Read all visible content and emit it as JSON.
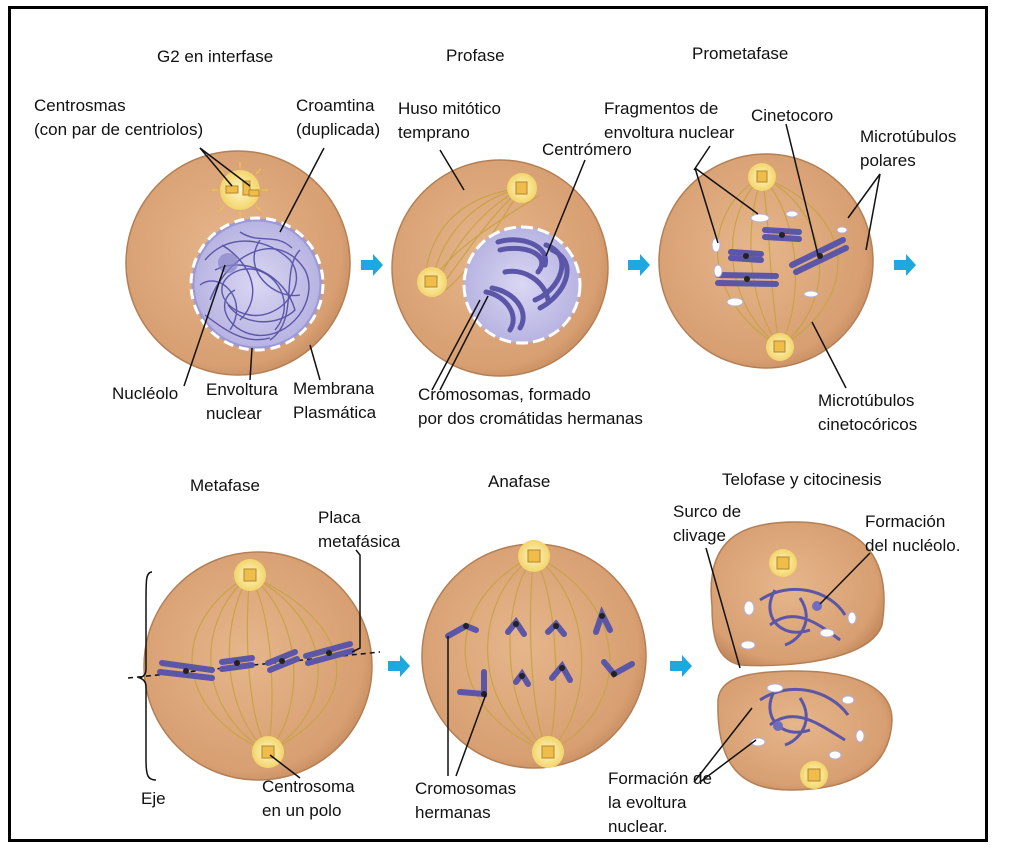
{
  "colors": {
    "cell": "#d9a477",
    "cell_edge": "#b57f55",
    "nucleus": "#c9c7ec",
    "chromosome": "#5b56a8",
    "spindle": "#c8a446",
    "centrosome": "#f5dc7c",
    "arrow": "#1ea7e1"
  },
  "stages": {
    "g2": "G2 en interfase",
    "profase": "Profase",
    "prometafase": "Prometafase",
    "metafase": "Metafase",
    "anafase": "Anafase",
    "telofase": "Telofase y citocinesis"
  },
  "labels": {
    "centrosomas_1": "Centrosmas",
    "centrosomas_2": "(con par de centriolos)",
    "cromatina_1": "Croamtina",
    "cromatina_2": "(duplicada)",
    "nucleolo": "Nucléolo",
    "envoltura_1": "Envoltura",
    "envoltura_2": "nuclear",
    "membrana_1": "Membrana",
    "membrana_2": "Plasmática",
    "huso_1": "Huso mitótico",
    "huso_2": "temprano",
    "centromero": "Centrómero",
    "cromosomas_formado_1": "Cromosomas, formado",
    "cromosomas_formado_2": "por dos cromátidas hermanas",
    "fragmentos_1": "Fragmentos de",
    "fragmentos_2": "envoltura nuclear",
    "cinetocoro": "Cinetocoro",
    "mt_polares_1": "Microtúbulos",
    "mt_polares_2": "polares",
    "mt_cineto_1": "Microtúbulos",
    "mt_cineto_2": "cinetocóricos",
    "placa_1": "Placa",
    "placa_2": "metafásica",
    "eje": "Eje",
    "centrosoma_polo_1": "Centrosoma",
    "centrosoma_polo_2": "en un polo",
    "cromosomas_hermanas_1": "Cromosomas",
    "cromosomas_hermanas_2": "hermanas",
    "surco_1": "Surco de",
    "surco_2": "clivage",
    "formacion_nucleolo_1": "Formación",
    "formacion_nucleolo_2": "del nucléolo.",
    "formacion_envoltura_1": "Formación de",
    "formacion_envoltura_2": "la evoltura",
    "formacion_envoltura_3": "nuclear."
  }
}
